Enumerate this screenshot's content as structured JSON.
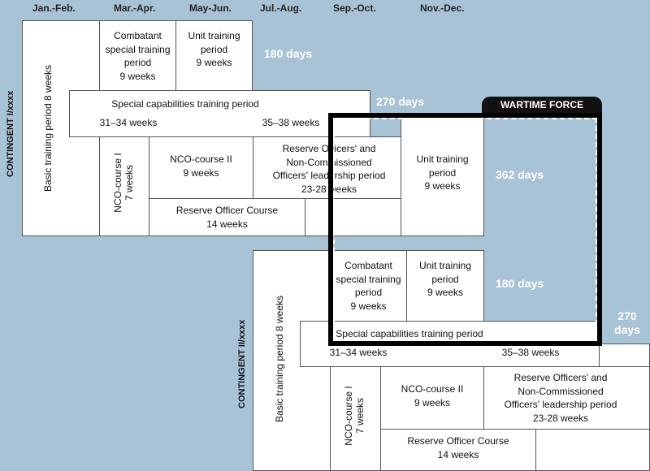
{
  "months": [
    "Jan.-Feb.",
    "Mar.-Apr.",
    "May-Jun.",
    "Jul.-Aug.",
    "Sep.-Oct.",
    "Nov.-Dec."
  ],
  "contingent1": {
    "label": "CONTINGENT I/xxxx",
    "basic": "Basic training period 8 weeks",
    "combatant": [
      "Combatant",
      "special training",
      "period",
      "9 weeks"
    ],
    "unit_training_1": [
      "Unit training",
      "period",
      "9 weeks"
    ],
    "days_180": "180 days",
    "special_capabilities": "Special capabilities training period",
    "weeks_31_34": "31–34 weeks",
    "weeks_35_38": "35–38 weeks",
    "days_270": "270 days",
    "nco_course_1": [
      "NCO-course I",
      "7 weeks"
    ],
    "nco_course_2": [
      "NCO-course II",
      "9 weeks"
    ],
    "reserve_officers_leadership": [
      "Reserve Officers' and",
      "Non-Commissioned",
      "Officers' leadership period",
      "23-28 weeks"
    ],
    "unit_training_2": [
      "Unit training",
      "period",
      "9 weeks"
    ],
    "days_362": "362 days",
    "reserve_officer_course": [
      "Reserve Officer Course",
      "14 weeks"
    ]
  },
  "contingent2": {
    "label": "CONTINGENT II/xxxx",
    "basic": "Basic training period 8 weeks",
    "combatant": [
      "Combatant",
      "special training",
      "period",
      "9 weeks"
    ],
    "unit_training": [
      "Unit training",
      "period",
      "9 weeks"
    ],
    "days_180": "180 days",
    "days_270": [
      "270",
      "days"
    ],
    "special_capabilities": "Special capabilities training period",
    "weeks_31_34": "31–34 weeks",
    "weeks_35_38": "35–38 weeks",
    "nco_course_1": [
      "NCO-course I",
      "7 weeks"
    ],
    "nco_course_2": [
      "NCO-course II",
      "9 weeks"
    ],
    "reserve_officers_leadership": [
      "Reserve Officers' and",
      "Non-Commissioned",
      "Officers' leadership period",
      "23-28 weeks"
    ],
    "reserve_officer_course": [
      "Reserve Officer Course",
      "14 weeks"
    ]
  },
  "wartime_force": "WARTIME FORCE",
  "colors": {
    "background": "#a9c3d6",
    "box": "#ffffff",
    "frame": "#000000"
  }
}
